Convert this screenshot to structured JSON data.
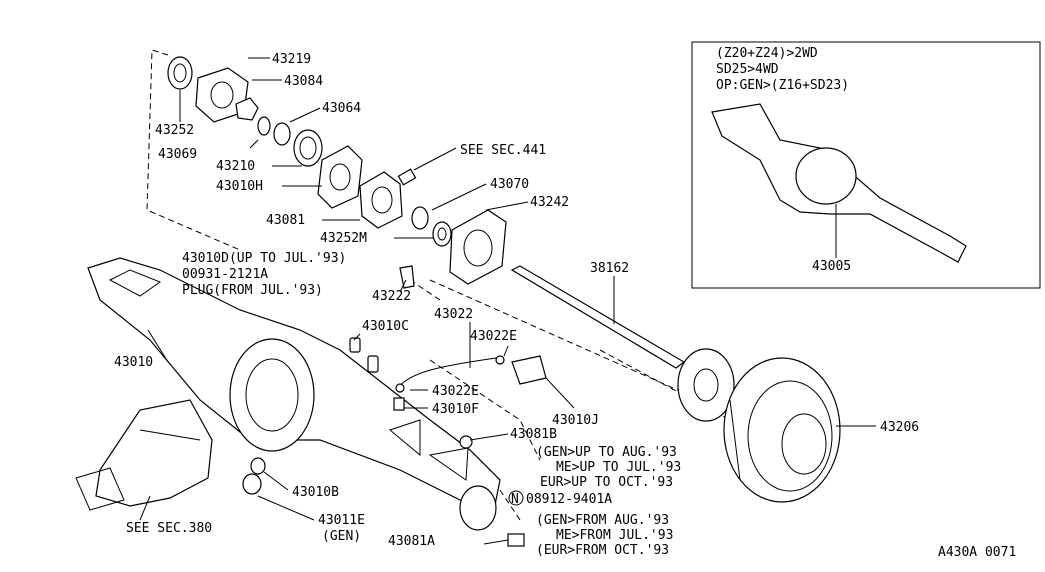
{
  "callouts": {
    "p43219": "43219",
    "p43084": "43084",
    "p43252": "43252",
    "p43064": "43064",
    "p43069": "43069",
    "p43210": "43210",
    "p43010H": "43010H",
    "see441": "SEE SEC.441",
    "p43070": "43070",
    "p43081": "43081",
    "p43242": "43242",
    "p43252M": "43252M",
    "p43010D": "43010D(UP TO JUL.'93)",
    "p00931": "00931-2121A",
    "plug": "PLUG(FROM JUL.'93)",
    "p43222": "43222",
    "p38162": "38162",
    "p43022": "43022",
    "p43010C": "43010C",
    "p43022E_a": "43022E",
    "p43010": "43010",
    "p43022E_b": "43022E",
    "p43010F": "43010F",
    "p43010J": "43010J",
    "p43206": "43206",
    "p43081B": "43081B",
    "p43010B": "43010B",
    "p08912": "08912-9401A",
    "n_marker": "N",
    "see380": "SEE SEC.380",
    "p43011E": "43011E",
    "gen": "(GEN)",
    "p43081A": "43081A",
    "p43005": "43005"
  },
  "notes_upto": [
    "(GEN>UP TO AUG.'93",
    "ME>UP TO JUL.'93",
    "EUR>UP TO OCT.'93"
  ],
  "notes_from": [
    "(GEN>FROM AUG.'93",
    "ME>FROM JUL.'93",
    "(EUR>FROM OCT.'93"
  ],
  "inset": {
    "line1": "(Z20+Z24)>2WD",
    "line2": "SD25>4WD",
    "line3": "OP:GEN>(Z16+SD23)"
  },
  "figure_id": "A430A 0071"
}
